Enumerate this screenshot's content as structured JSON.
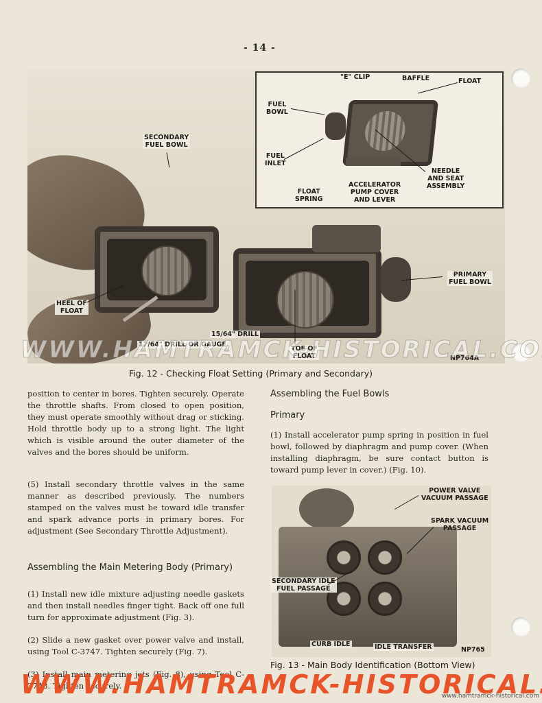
{
  "page_number": "- 14 -",
  "figure12": {
    "labels": {
      "e_clip": "\"E\" CLIP",
      "baffle": "BAFFLE",
      "float": "FLOAT",
      "fuel_bowl": "FUEL\nBOWL",
      "fuel_inlet": "FUEL\nINLET",
      "needle_seat": "NEEDLE\nAND SEAT\nASSEMBLY",
      "float_spring": "FLOAT\nSPRING",
      "accel_pump": "ACCELERATOR\nPUMP COVER\nAND LEVER",
      "secondary_bowl": "SECONDARY\nFUEL BOWL",
      "primary_bowl": "PRIMARY\nFUEL BOWL",
      "heel_of_float": "HEEL OF\nFLOAT",
      "drill_15": "15/64\" DRILL",
      "drill_17": "17/64\" DRILL OR GAUGE",
      "toe_of_float": "TOE OF\nFLOAT",
      "code": "NP764A"
    },
    "caption": "Fig. 12 - Checking Float Setting (Primary and Secondary)"
  },
  "left_column": {
    "para_continued": "position to center in bores. Tighten securely. Operate the throttle shafts. From closed to open position, they must operate smoothly without drag or sticking. Hold throttle body up to a strong light. The light which is visible around the outer diameter of the valves and the bores should be uniform.",
    "para_5": "(5)  Install secondary throttle valves in the same manner as described previously. The numbers stamped on the valves must be toward idle transfer and spark advance ports in primary bores. For adjustment (See Secondary Throttle Adjustment).",
    "heading": "Assembling the Main Metering Body (Primary)",
    "para_1": "(1)  Install new idle mixture adjusting needle gaskets and then install needles finger tight. Back off one full turn for approximate adjustment (Fig. 3).",
    "para_2": "(2)  Slide a new gasket over power valve and install, using Tool C-3747. Tighten securely (Fig. 7).",
    "para_3": "(3)  Install main metering jets (Fig. 8), using Tool C-3748. Tighten securely."
  },
  "right_column": {
    "heading": "Assembling the Fuel Bowls",
    "subheading": "Primary",
    "para_1": "(1)  Install accelerator pump spring in position in fuel bowl, followed by diaphragm and pump cover. (When installing diaphragm, be sure contact button is toward pump lever in cover.) (Fig. 10)."
  },
  "figure13": {
    "labels": {
      "power_valve": "POWER VALVE\nVACUUM PASSAGE",
      "spark_vacuum": "SPARK VACUUM\nPASSAGE",
      "secondary_idle": "SECONDARY IDLE\nFUEL PASSAGE",
      "curb_idle": "CURB IDLE",
      "idle_transfer": "IDLE TRANSFER",
      "code": "NP765"
    },
    "caption": "Fig. 13 - Main Body Identification (Bottom View)"
  },
  "watermark_center": "WWW.HAMTRAMCK-HISTORICAL.COM",
  "watermark_bottom": "WWW.HAMTRAMCK-HISTORICAL.COM",
  "watermark_small": "www.hamtramck-historical.com"
}
